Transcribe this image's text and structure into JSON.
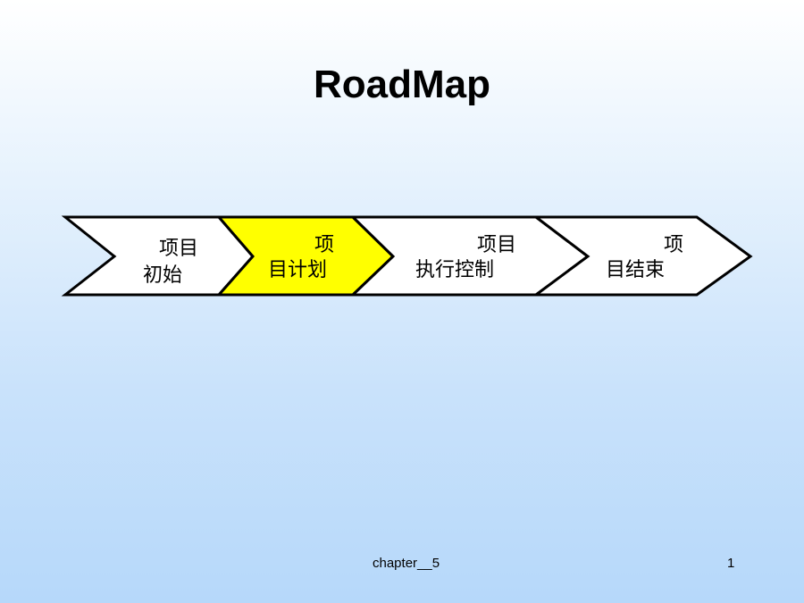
{
  "slide": {
    "title": "RoadMap",
    "steps": [
      {
        "line1": "项目",
        "line2": "初始",
        "active": false
      },
      {
        "line1": "项",
        "line2": "目计划",
        "active": true
      },
      {
        "line1": "项目",
        "line2": "执行控制",
        "active": false
      },
      {
        "line1": "项",
        "line2": "目结束",
        "active": false
      }
    ],
    "colors": {
      "active_fill": "#ffff00",
      "inactive_fill": "#ffffff",
      "stroke": "#000000"
    },
    "footer": {
      "chapter": "chapter__5",
      "page_number": "1"
    }
  }
}
